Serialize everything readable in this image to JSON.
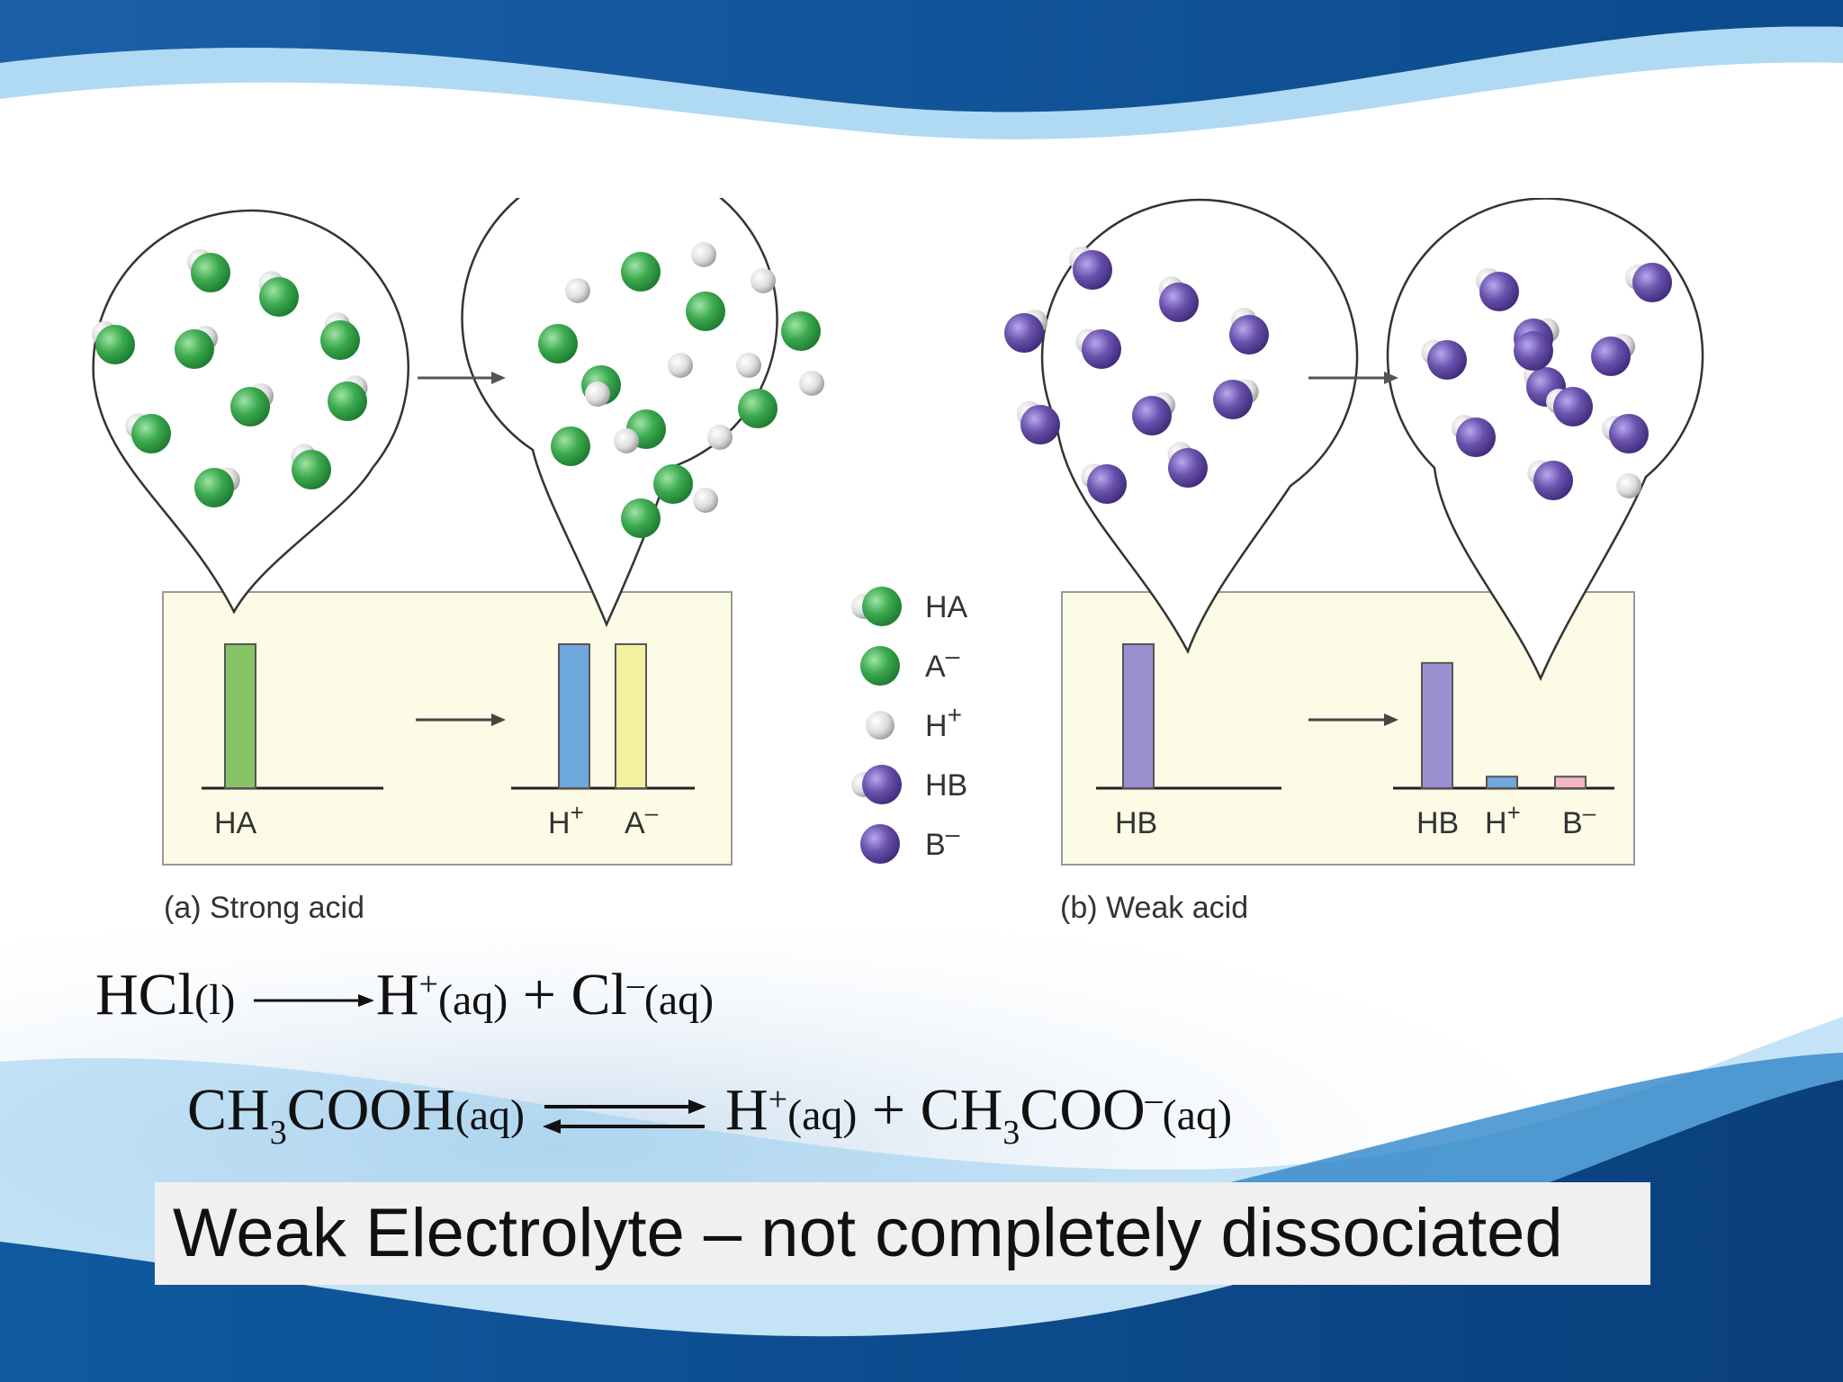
{
  "figure": {
    "panel_a_caption": "(a) Strong acid",
    "panel_b_caption": "(b) Weak acid",
    "panel_a_labels": {
      "before": "HA",
      "after_1": "H",
      "after_1_charge": "+",
      "after_2": "A",
      "after_2_charge": "–"
    },
    "panel_b_labels": {
      "before": "HB",
      "after_1": "HB",
      "after_2": "H",
      "after_2_charge": "+",
      "after_3": "B",
      "after_3_charge": "–"
    },
    "legend": [
      {
        "label": "HA",
        "base": "HA",
        "charge": "",
        "icon": "ha-molecule-icon"
      },
      {
        "label": "A–",
        "base": "A",
        "charge": "–",
        "icon": "a-anion-icon"
      },
      {
        "label": "H+",
        "base": "H",
        "charge": "+",
        "icon": "h-ion-icon"
      },
      {
        "label": "HB",
        "base": "HB",
        "charge": "",
        "icon": "hb-molecule-icon"
      },
      {
        "label": "B–",
        "base": "B",
        "charge": "–",
        "icon": "b-anion-icon"
      }
    ],
    "bar_levels": {
      "strong_before_HA": 1.0,
      "strong_after_H": 1.0,
      "strong_after_A": 1.0,
      "weak_before_HB": 1.0,
      "weak_after_HB": 0.87,
      "weak_after_H": 0.08,
      "weak_after_B": 0.08
    },
    "colors": {
      "green": "#3daa4f",
      "purple": "#6a52ad",
      "bar_green": "#86c566",
      "bar_blue": "#6fa8dc",
      "bar_yellow": "#f5f0a0",
      "bar_purple": "#9b8fd0",
      "bar_pink": "#f2b6c6",
      "box_fill": "#fbfbe6",
      "bg_blue": "#0d4f94",
      "bg_light_blue": "#7fc3ea"
    }
  },
  "equation_1": {
    "reactant": "HCl",
    "reactant_state": "(l)",
    "product_1": "H",
    "product_1_charge": "+",
    "product_1_state": "(aq)",
    "plus": "+",
    "product_2": "Cl",
    "product_2_charge": "–",
    "product_2_state": "(aq)"
  },
  "equation_2": {
    "reactant_a": "CH",
    "reactant_sub": "3",
    "reactant_b": "COOH",
    "reactant_state": "(aq)",
    "product_1": "H",
    "product_1_charge": "+",
    "product_1_state": "(aq)",
    "plus": "+",
    "product_2_a": "CH",
    "product_2_sub": "3",
    "product_2_b": "COO",
    "product_2_charge": "–",
    "product_2_state": "(aq)"
  },
  "caption": "Weak Electrolyte – not completely dissociated"
}
